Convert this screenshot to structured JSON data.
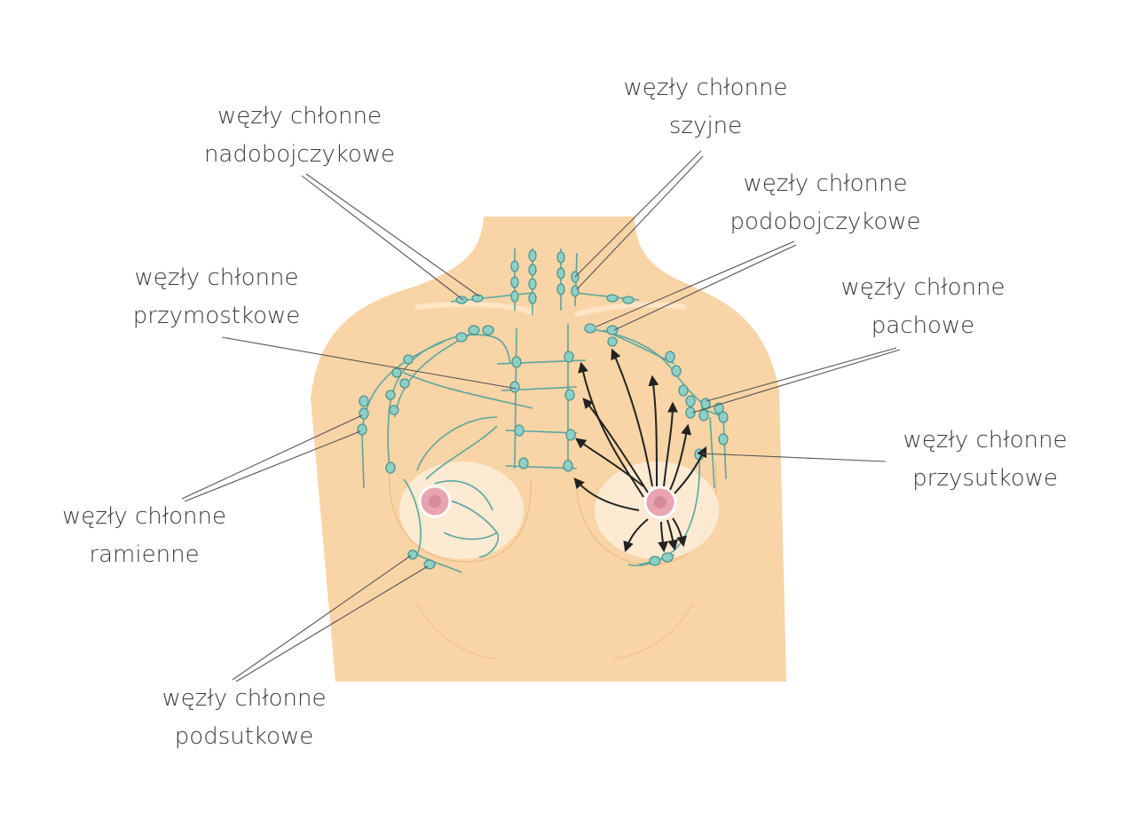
{
  "colors": {
    "skin": "#f9d4a6",
    "skin_shadow": "#efc08e",
    "lymph": "#5aa6a0",
    "node_fill": "#8fd0c6",
    "nipple": "#e8a4b0",
    "arrow": "#222222",
    "leader": "#555555",
    "text": "#3a3a3a"
  },
  "labels": {
    "supraclavicular": {
      "line1": "węzły chłonne",
      "line2": "nadobojczykowe"
    },
    "cervical": {
      "line1": "węzły chłonne",
      "line2": "szyjne"
    },
    "infraclavicular": {
      "line1": "węzły chłonne",
      "line2": "podobojczykowe"
    },
    "parasternal": {
      "line1": "węzły chłonne",
      "line2": "przymostkowe"
    },
    "axillary": {
      "line1": "węzły chłonne",
      "line2": "pachowe"
    },
    "paramammary": {
      "line1": "węzły chłonne",
      "line2": "przysutkowe"
    },
    "brachial": {
      "line1": "węzły chłonne",
      "line2": "ramienne"
    },
    "submammary": {
      "line1": "węzły chłonne",
      "line2": "podsutkowe"
    }
  }
}
